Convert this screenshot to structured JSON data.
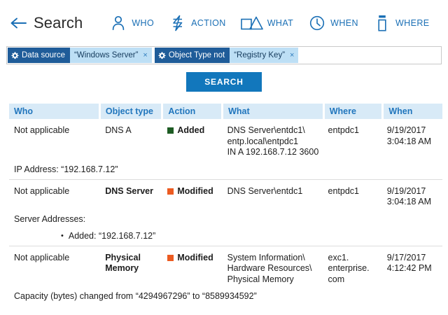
{
  "header": {
    "back_icon": "arrow-left-icon",
    "title": "Search",
    "facets": [
      {
        "icon": "person-icon",
        "label": "WHO"
      },
      {
        "icon": "lightning-icon",
        "label": "ACTION"
      },
      {
        "icon": "shapes-icon",
        "label": "WHAT"
      },
      {
        "icon": "clock-icon",
        "label": "WHEN"
      },
      {
        "icon": "server-icon",
        "label": "WHERE"
      }
    ]
  },
  "filter_bar": {
    "chips": [
      {
        "icon": "gear-icon",
        "key": "Data source",
        "value": "“Windows Server”",
        "remove": "×"
      },
      {
        "icon": "gear-icon",
        "key": "Object Type not",
        "value": "“Registry Key”",
        "remove": "×"
      }
    ]
  },
  "search_button": {
    "label": "SEARCH"
  },
  "table": {
    "columns": [
      "Who",
      "Object type",
      "Action",
      "What",
      "Where",
      "When"
    ],
    "rows": [
      {
        "who": "Not applicable",
        "object_type": "DNS A",
        "object_type_bold": false,
        "action": "Added",
        "action_color": "#1e5c24",
        "what": "DNS Server\\entdc1\\\nentp.local\\entpdc1\nIN A 192.168.7.12 3600",
        "where": "entpdc1",
        "when": "9/19/2017\n3:04:18 AM",
        "detail": "IP Address: “192.168.7.12”",
        "detail_sub": "",
        "detail_bullet": false
      },
      {
        "who": "Not applicable",
        "object_type": "DNS Server",
        "object_type_bold": true,
        "action": "Modified",
        "action_color": "#ec5b21",
        "what": "DNS Server\\entdc1",
        "where": "entpdc1",
        "when": "9/19/2017\n3:04:18 AM",
        "detail": "Server Addresses:",
        "detail_sub": "Added: “192.168.7.12”",
        "detail_bullet": true
      },
      {
        "who": "Not applicable",
        "object_type": "Physical\nMemory",
        "object_type_bold": true,
        "action": "Modified",
        "action_color": "#ec5b21",
        "what": "System Information\\\nHardware Resources\\\nPhysical Memory",
        "where": "exc1.\nenterprise.\ncom",
        "when": "9/17/2017\n4:12:42 PM",
        "detail": "Capacity (bytes) changed from “4294967296” to “8589934592”",
        "detail_sub": "",
        "detail_bullet": false
      }
    ]
  },
  "colors": {
    "accent_blue": "#1277bc",
    "chip_key_blue": "#1f5c99",
    "chip_val_blue": "#bddff5",
    "header_blue": "#d8eaf7",
    "header_text": "#2176bd",
    "added_green": "#1e5c24",
    "modified_orange": "#ec5b21"
  }
}
